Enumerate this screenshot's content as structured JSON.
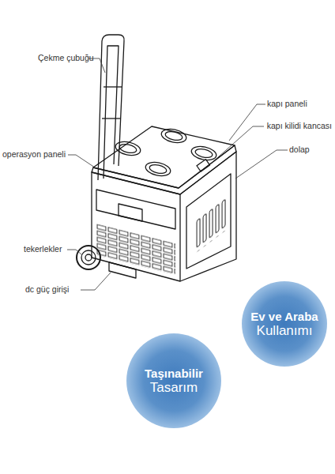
{
  "diagram": {
    "nodes": [
      {
        "text": [
          "Ev ve Araba",
          "Kullanımı"
        ]
      },
      {
        "text": [
          "Taşınabilir",
          "Tasarım"
        ]
      }
    ],
    "labels": [
      "Çekme çubuğu",
      "kapı paneli",
      "kapı kilidi kancası",
      "dolap",
      "operasyon paneli",
      "tekerlekler",
      "dc güç girişi"
    ]
  }
}
